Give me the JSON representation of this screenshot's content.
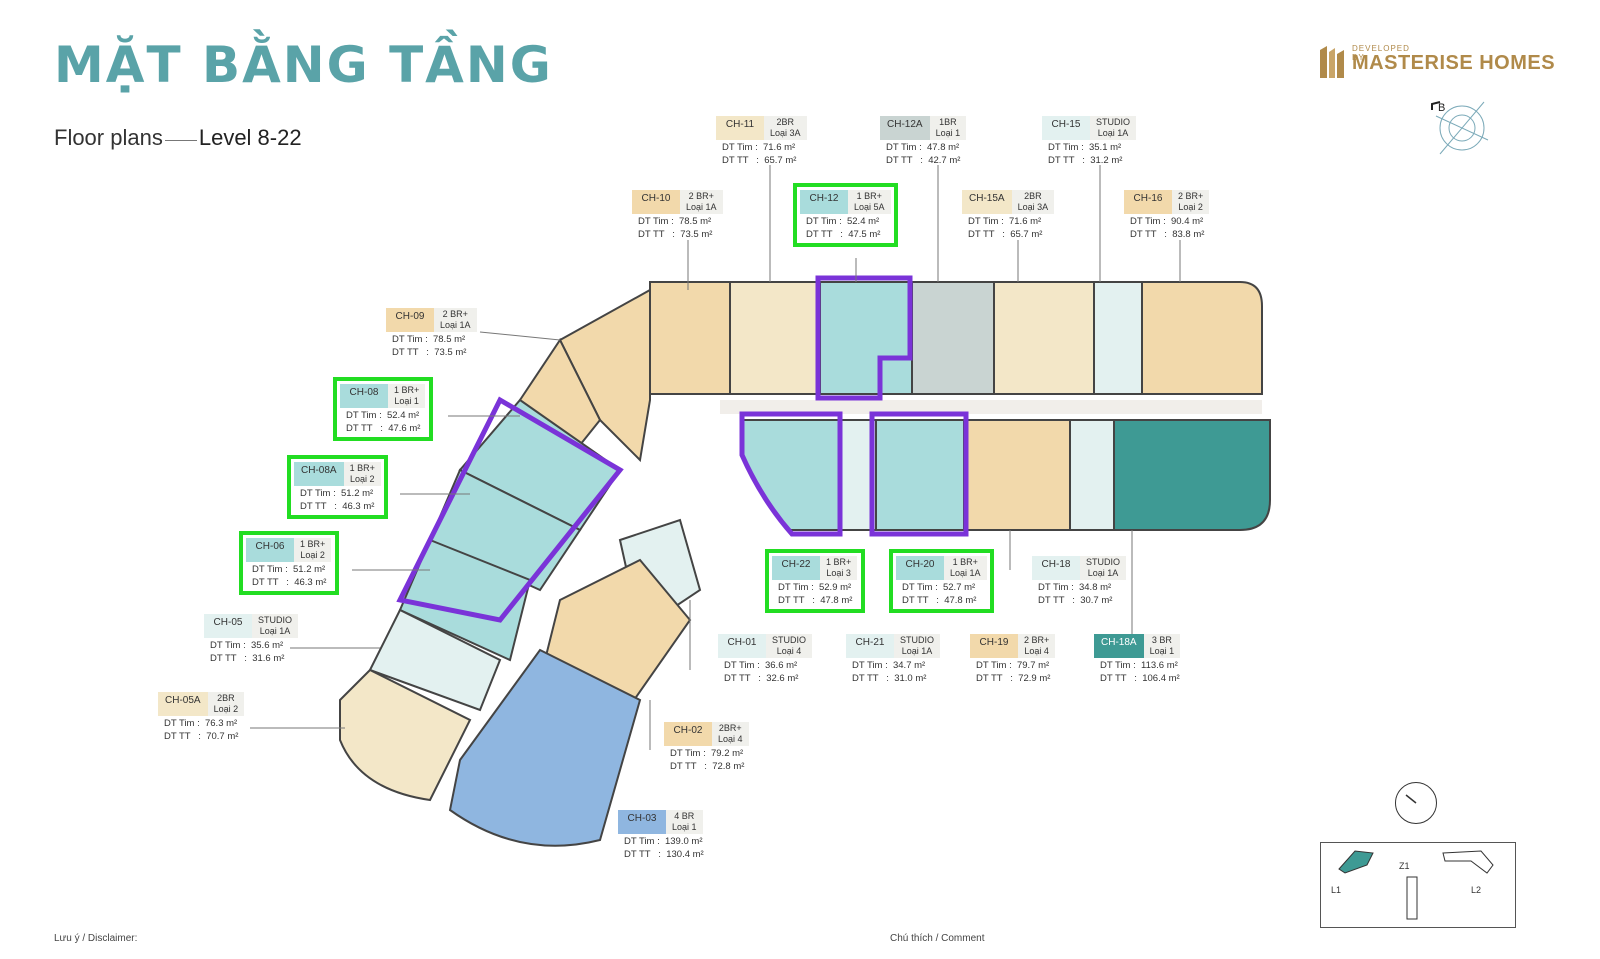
{
  "header": {
    "title": "MẶT BẰNG TẦNG",
    "subtitle_prefix": "Floor plans",
    "subtitle_level": "Level 8-22"
  },
  "logo": {
    "small_text": "DEVELOPED BY",
    "brand_text": "MASTERISE HOMES"
  },
  "compass": {
    "letter": "B"
  },
  "units": [
    {
      "code": "CH-11",
      "type1": "2BR",
      "type2": "Loại 3A",
      "dt_tim": "DT Tim :  71.6 m²",
      "dt_tt": "DT TT   :  65.7 m²",
      "color": "#f3e7c8",
      "highlight": false
    },
    {
      "code": "CH-12A",
      "type1": "1BR",
      "type2": "Loại 1",
      "dt_tim": "DT Tim :  47.8 m²",
      "dt_tt": "DT TT   :  42.7 m²",
      "color": "#c9d4d2",
      "highlight": false
    },
    {
      "code": "CH-15",
      "type1": "STUDIO",
      "type2": "Loại 1A",
      "dt_tim": "DT Tim :  35.1 m²",
      "dt_tt": "DT TT   :  31.2 m²",
      "color": "#e3f1f0",
      "highlight": false
    },
    {
      "code": "CH-10",
      "type1": "2 BR+",
      "type2": "Loại 1A",
      "dt_tim": "DT Tim :  78.5 m²",
      "dt_tt": "DT TT   :  73.5 m²",
      "color": "#f2d9ab",
      "highlight": false
    },
    {
      "code": "CH-12",
      "type1": "1 BR+",
      "type2": "Loại 5A",
      "dt_tim": "DT Tim :  52.4 m²",
      "dt_tt": "DT TT   :  47.5 m²",
      "color": "#a9dcdc",
      "highlight": true
    },
    {
      "code": "CH-15A",
      "type1": "2BR",
      "type2": "Loại 3A",
      "dt_tim": "DT Tim :  71.6 m²",
      "dt_tt": "DT TT   :  65.7 m²",
      "color": "#f3e7c8",
      "highlight": false
    },
    {
      "code": "CH-16",
      "type1": "2 BR+",
      "type2": "Loại 2",
      "dt_tim": "DT Tim :  90.4 m²",
      "dt_tt": "DT TT   :  83.8 m²",
      "color": "#f2d9ab",
      "highlight": false
    },
    {
      "code": "CH-09",
      "type1": "2 BR+",
      "type2": "Loại 1A",
      "dt_tim": "DT Tim :  78.5 m²",
      "dt_tt": "DT TT   :  73.5 m²",
      "color": "#f2d9ab",
      "highlight": false
    },
    {
      "code": "CH-08",
      "type1": "1 BR+",
      "type2": "Loại 1",
      "dt_tim": "DT Tim :  52.4 m²",
      "dt_tt": "DT TT   :  47.6 m²",
      "color": "#a9dcdc",
      "highlight": true
    },
    {
      "code": "CH-08A",
      "type1": "1 BR+",
      "type2": "Loại 2",
      "dt_tim": "DT Tim :  51.2 m²",
      "dt_tt": "DT TT   :  46.3 m²",
      "color": "#a9dcdc",
      "highlight": true
    },
    {
      "code": "CH-06",
      "type1": "1 BR+",
      "type2": "Loại 2",
      "dt_tim": "DT Tim :  51.2 m²",
      "dt_tt": "DT TT   :  46.3 m²",
      "color": "#a9dcdc",
      "highlight": true
    },
    {
      "code": "CH-05",
      "type1": "STUDIO",
      "type2": "Loại 1A",
      "dt_tim": "DT Tim :  35.6 m²",
      "dt_tt": "DT TT   :  31.6 m²",
      "color": "#e3f1f0",
      "highlight": false
    },
    {
      "code": "CH-05A",
      "type1": "2BR",
      "type2": "Loại 2",
      "dt_tim": "DT Tim :  76.3 m²",
      "dt_tt": "DT TT   :  70.7 m²",
      "color": "#f3e7c8",
      "highlight": false
    },
    {
      "code": "CH-22",
      "type1": "1 BR+",
      "type2": "Loại 3",
      "dt_tim": "DT Tim :  52.9 m²",
      "dt_tt": "DT TT   :  47.8 m²",
      "color": "#a9dcdc",
      "highlight": true
    },
    {
      "code": "CH-20",
      "type1": "1 BR+",
      "type2": "Loại 1A",
      "dt_tim": "DT Tim :  52.7 m²",
      "dt_tt": "DT TT   :  47.8 m²",
      "color": "#a9dcdc",
      "highlight": true
    },
    {
      "code": "CH-18",
      "type1": "STUDIO",
      "type2": "Loại 1A",
      "dt_tim": "DT Tim :  34.8 m²",
      "dt_tt": "DT TT   :  30.7 m²",
      "color": "#e3f1f0",
      "highlight": false
    },
    {
      "code": "CH-01",
      "type1": "STUDIO",
      "type2": "Loại 4",
      "dt_tim": "DT Tim :  36.6 m²",
      "dt_tt": "DT TT   :  32.6 m²",
      "color": "#e3f1f0",
      "highlight": false
    },
    {
      "code": "CH-21",
      "type1": "STUDIO",
      "type2": "Loại 1A",
      "dt_tim": "DT Tim :  34.7 m²",
      "dt_tt": "DT TT   :  31.0 m²",
      "color": "#e3f1f0",
      "highlight": false
    },
    {
      "code": "CH-19",
      "type1": "2 BR+",
      "type2": "Loại 4",
      "dt_tim": "DT Tim :  79.7 m²",
      "dt_tt": "DT TT   :  72.9 m²",
      "color": "#f2d9ab",
      "highlight": false
    },
    {
      "code": "CH-18A",
      "type1": "3 BR",
      "type2": "Loại 1",
      "dt_tim": "DT Tim :  113.6 m²",
      "dt_tt": "DT TT   :  106.4 m²",
      "color": "#3e9a94",
      "highlight": false
    },
    {
      "code": "CH-02",
      "type1": "2BR+",
      "type2": "Loại 4",
      "dt_tim": "DT Tim :  79.2 m²",
      "dt_tt": "DT TT   :  72.8 m²",
      "color": "#f2d9ab",
      "highlight": false
    },
    {
      "code": "CH-03",
      "type1": "4 BR",
      "type2": "Loại 1",
      "dt_tim": "DT Tim :  139.0 m²",
      "dt_tt": "DT TT   :  130.4 m²",
      "color": "#8fb6e0",
      "highlight": false
    }
  ],
  "keyplan": {
    "l1": "L1",
    "z1": "Z1",
    "l2": "L2"
  },
  "footer": {
    "disclaimer": "Lưu ý / Disclaimer:",
    "comment": "Chú thích / Comment"
  }
}
